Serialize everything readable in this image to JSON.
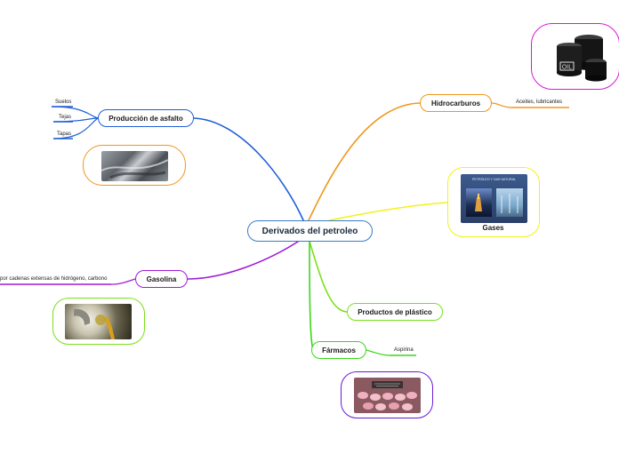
{
  "root": {
    "label": "Derivados del petroleo"
  },
  "branches": {
    "asfalto": {
      "label": "Producción de asfalto",
      "color": "#1f5fd6",
      "children": [
        "Suelos",
        "Tejas",
        "Tapas"
      ]
    },
    "hidrocarburos": {
      "label": "Hidrocarburos",
      "color": "#f0961a",
      "children": [
        "Aceites, lubricantes"
      ]
    },
    "gases": {
      "label": "Gases",
      "color": "#f2f21a",
      "image_caption": "PETRÓLEO Y GAS NATURAL"
    },
    "gasolina": {
      "label": "Gasolina",
      "color": "#a01ad6",
      "children": [
        "por cadenas extensas de hidrógeno, carbono"
      ]
    },
    "plastico": {
      "label": "Productos de plástico",
      "color": "#7ae01a"
    },
    "farmacos": {
      "label": "Fármacos",
      "color": "#3ad61a",
      "children": [
        "Aspirina"
      ]
    }
  },
  "images": {
    "oil_barrels": {
      "icon": "oil-barrel-icon",
      "text": "OIL",
      "border": "#d61ad6"
    },
    "asphalt": {
      "icon": "asphalt-road-icon",
      "border": "#f0961a"
    },
    "gasoline": {
      "icon": "fuel-nozzle-icon",
      "border": "#7ae01a"
    },
    "pills": {
      "icon": "pills-icon",
      "border": "#6a1ad6"
    }
  }
}
